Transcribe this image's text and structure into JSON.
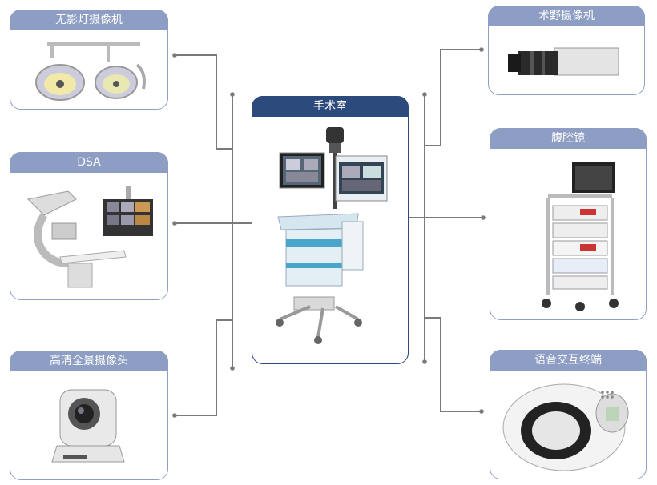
{
  "center": {
    "title": "手术室"
  },
  "devices": {
    "shadowless_lamp": {
      "title": "无影灯摄像机"
    },
    "dsa": {
      "title": "DSA"
    },
    "hd_camera": {
      "title": "高清全景摄像头"
    },
    "field_camera": {
      "title": "术野摄像机"
    },
    "laparoscope": {
      "title": "腹腔镜"
    },
    "voice_terminal": {
      "title": "语音交互终端"
    }
  },
  "colors": {
    "tab": "#8d9dc3",
    "center_tab": "#2d4a7c",
    "card_border": "#8fa0c4",
    "connector": "#7a7a7a"
  }
}
